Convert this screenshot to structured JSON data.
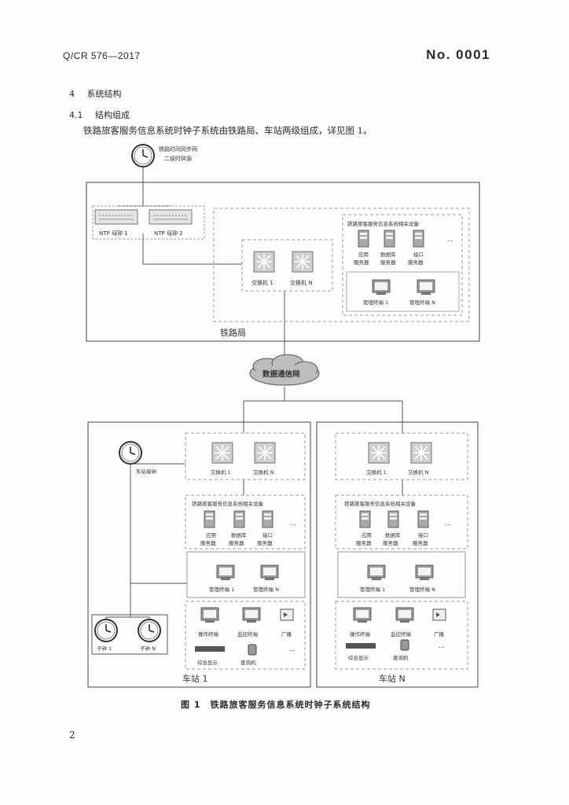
{
  "header": {
    "std_code": "Q/CR 576—2017",
    "serial": "No. 0001"
  },
  "section": {
    "num": "4",
    "title": "系统结构"
  },
  "subsection": {
    "num": "4.1",
    "title": "结构组成"
  },
  "paragraph": "铁路旅客服务信息系统时钟子系统由铁路局、车站两级组成，详见图 1。",
  "diagram": {
    "master_clock": [
      "铁路时间同步网",
      "二级时钟源"
    ],
    "bureau": {
      "label": "铁路局",
      "ntp1": "NTP 母钟 1",
      "ntp2": "NTP 母钟 2",
      "switch1": "交换机 1",
      "switchN": "交换机 N",
      "equip_title": "铁路旅客服务信息系统相关设备",
      "app_server": [
        "应用",
        "服务器"
      ],
      "db_server": [
        "数据库",
        "服务器"
      ],
      "if_server": [
        "接口",
        "服务器"
      ],
      "ellipsis": "…",
      "mgmt1": "管理终端 1",
      "mgmtN": "管理终端 N"
    },
    "network": "数据通信网",
    "station1": {
      "label": "车站 1",
      "master_clock": "车站母钟",
      "sub1": "子钟 1",
      "subN": "子钟 N",
      "switch1": "交换机 1",
      "switchN": "交换机 N",
      "equip_title": "铁路旅客服务信息系统相关设备",
      "app_server": [
        "应用",
        "服务器"
      ],
      "db_server": [
        "数据库",
        "服务器"
      ],
      "if_server": [
        "接口",
        "服务器"
      ],
      "ellipsis": "…",
      "mgmt1": "管理终端 1",
      "mgmtN": "管理终端 N",
      "op": "操作终端",
      "monitor": "监控终端",
      "broadcast": "广播",
      "display": "综合显示",
      "query": "查询机"
    },
    "stationN": {
      "label": "车站 N",
      "switch1": "交换机 1",
      "switchN": "交换机 N",
      "equip_title": "铁路旅客服务信息系统相关设备",
      "app_server": [
        "应用",
        "服务器"
      ],
      "db_server": [
        "数据库",
        "服务器"
      ],
      "if_server": [
        "接口",
        "服务器"
      ],
      "ellipsis": "…",
      "mgmt1": "管理终端 1",
      "mgmtN": "管理终端 N",
      "op": "操作终端",
      "monitor": "监控终端",
      "broadcast": "广播",
      "display": "综合显示",
      "query": "查询机"
    }
  },
  "figure_caption": "图 1　铁路旅客服务信息系统时钟子系统结构",
  "page_number": "2"
}
